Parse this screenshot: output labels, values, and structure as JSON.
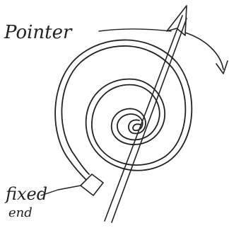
{
  "labels": {
    "pointer": "Pointer",
    "fixed_line1": "fixed",
    "fixed_line2": "end"
  },
  "colors": {
    "ink": "#222222",
    "background": "#ffffff"
  }
}
